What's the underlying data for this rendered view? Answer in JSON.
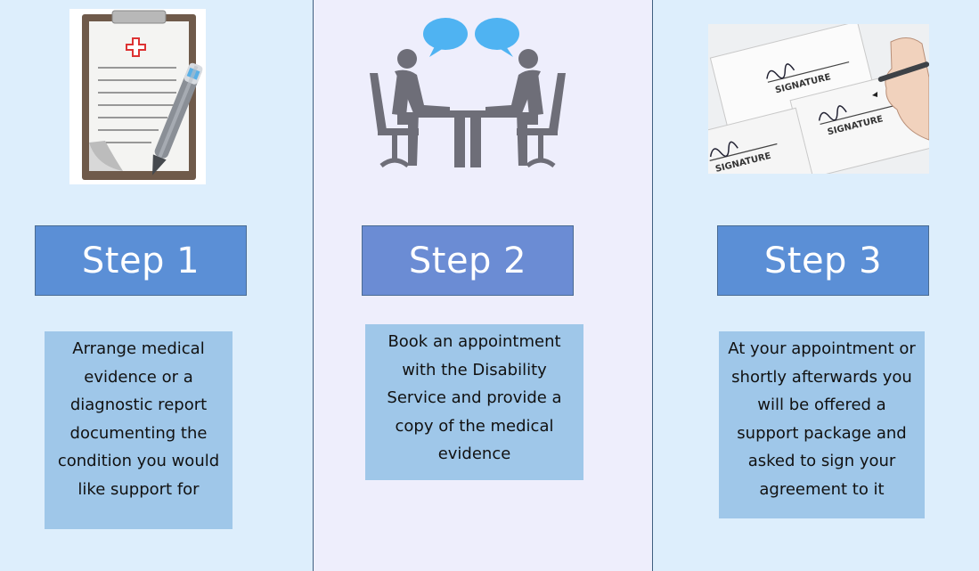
{
  "steps": [
    {
      "title": "Step 1",
      "description": "Arrange medical evidence or a diagnostic report documenting the condition you would like support for",
      "icon": "clipboard-medical-icon",
      "color": "#5b8fd6"
    },
    {
      "title": "Step 2",
      "description": "Book an appointment with the Disability Service and provide a copy of the medical evidence",
      "icon": "meeting-icon",
      "color": "#6b8cd4"
    },
    {
      "title": "Step 3",
      "description": "At your appointment or shortly afterwards you will be offered a support package and asked to sign your agreement to it",
      "icon": "signature-icon",
      "color": "#5b8fd6"
    }
  ],
  "signature_label": "SIGNATURE"
}
